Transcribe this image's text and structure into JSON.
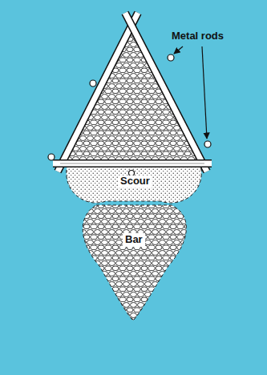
{
  "diagram": {
    "labels": [
      "Metal rods",
      "Scour",
      "Bar"
    ]
  }
}
